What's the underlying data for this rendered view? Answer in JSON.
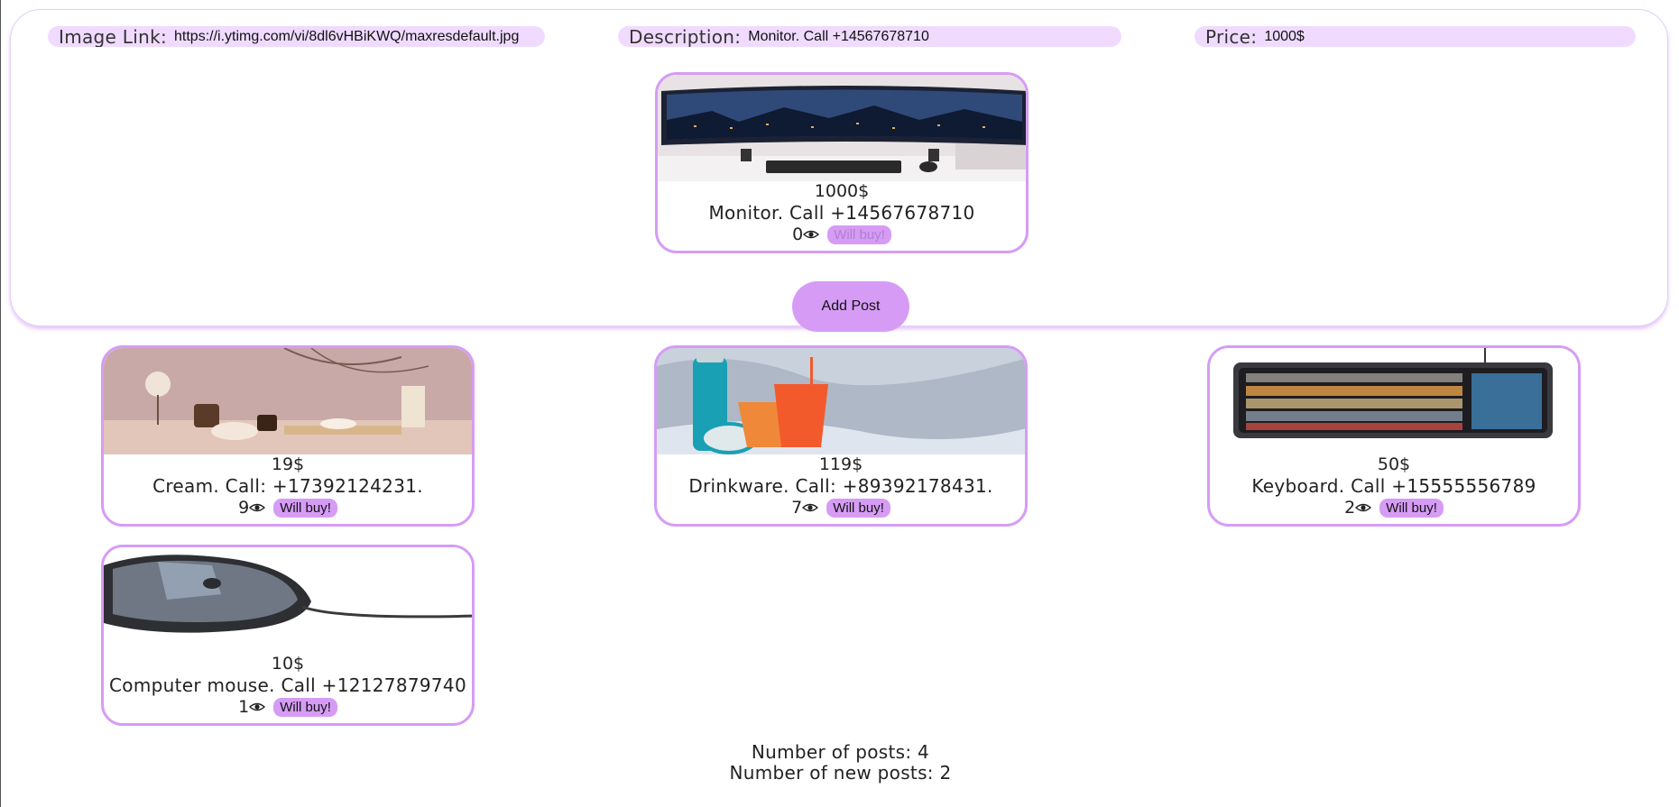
{
  "form": {
    "image_link": {
      "label": "Image Link:",
      "value": "https://i.ytimg.com/vi/8dl6vHBiKWQ/maxresdefault.jpg"
    },
    "description": {
      "label": "Description:",
      "value": "Monitor. Call +14567678710"
    },
    "price": {
      "label": "Price:",
      "value": "1000$"
    },
    "add_post_label": "Add Post"
  },
  "preview": {
    "price": "1000$",
    "description": "Monitor. Call +14567678710",
    "views": "0",
    "will_buy_label": "Will buy!",
    "image_icon": "monitor-photo"
  },
  "posts": [
    {
      "price": "19$",
      "description": "Cream. Call: +17392124231.",
      "views": "9",
      "will_buy_label": "Will buy!",
      "image_icon": "cream-photo"
    },
    {
      "price": "119$",
      "description": "Drinkware. Call: +89392178431.",
      "views": "7",
      "will_buy_label": "Will buy!",
      "image_icon": "drinkware-photo"
    },
    {
      "price": "50$",
      "description": "Keyboard. Call +15555556789",
      "views": "2",
      "will_buy_label": "Will buy!",
      "image_icon": "keyboard-photo"
    },
    {
      "price": "10$",
      "description": "Computer mouse. Call +12127879740",
      "views": "1",
      "will_buy_label": "Will buy!",
      "image_icon": "mouse-photo"
    }
  ],
  "stats": {
    "posts_count_text": "Number of posts: 4",
    "new_posts_count_text": "Number of new posts: 2"
  },
  "colors": {
    "accent": "#d69cf5",
    "field_bg": "#f0dbff"
  }
}
